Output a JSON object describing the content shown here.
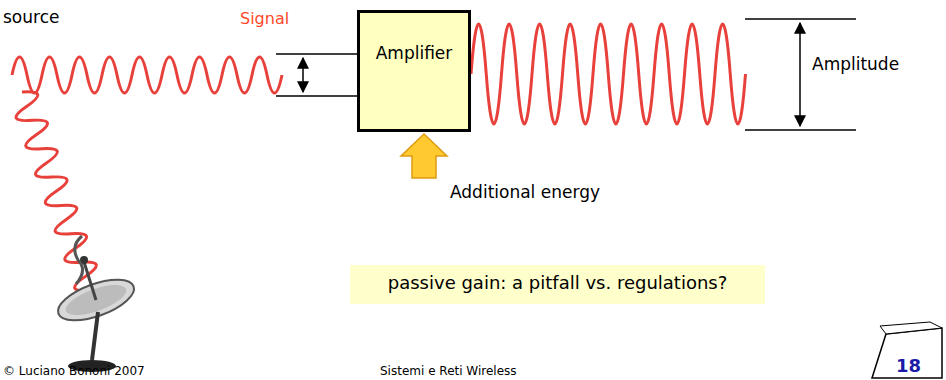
{
  "diagram": {
    "nodes": [
      {
        "text": [
          "Amplifier"
        ]
      },
      {
        "text": [
          "passive gain: a pitfall vs. regulations?"
        ]
      }
    ],
    "labels": [
      "source",
      "Signal",
      "Amplitude",
      "Additional energy",
      "© Luciano Bononi 2007",
      "Sistemi e Reti Wireless",
      "18"
    ]
  }
}
